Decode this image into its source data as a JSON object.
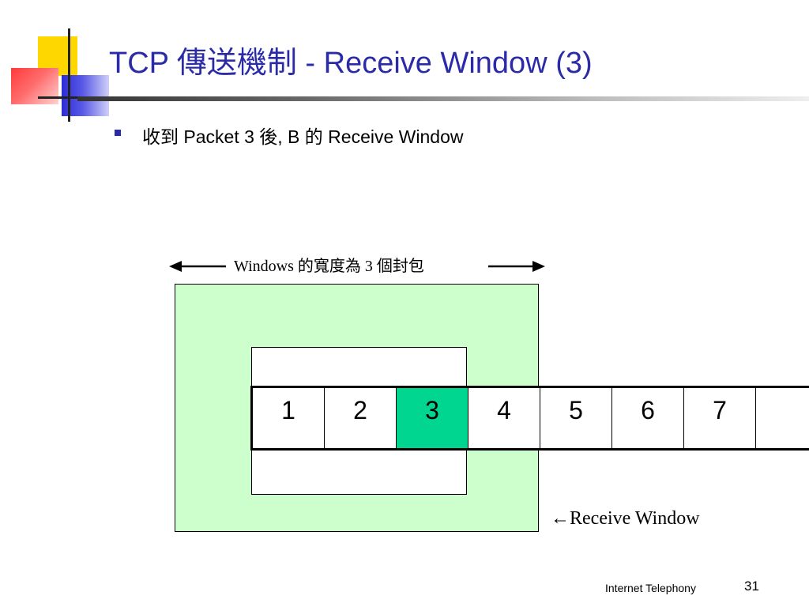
{
  "slide": {
    "title": "TCP 傳送機制 - Receive Window (3)",
    "bullet": "收到 Packet 3 後, B 的 Receive Window",
    "footer": "Internet Telephony",
    "page_number": "31"
  },
  "diagram": {
    "window_width_label": "Windows 的寬度為 3 個封包",
    "receive_window_label": "←Receive Window",
    "packets": [
      "1",
      "2",
      "3",
      "4",
      "5",
      "6",
      "7",
      ""
    ],
    "received_packet": "3",
    "colors": {
      "window_fill": "#ccffcc",
      "received_fill": "#00d68f",
      "title_color": "#2b2ba8"
    }
  }
}
